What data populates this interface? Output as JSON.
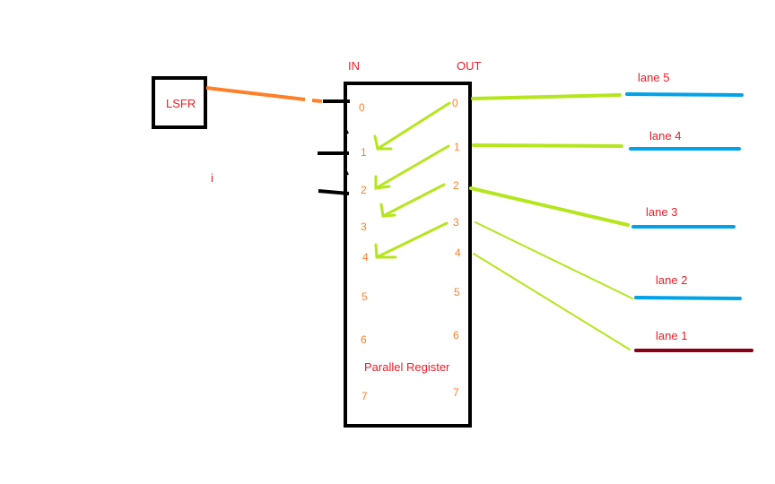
{
  "lfsr": {
    "label": "LSFR"
  },
  "stray_mark": "i",
  "register": {
    "in_label": "IN",
    "out_label": "OUT",
    "title": "Parallel Register",
    "in_pins": [
      "0",
      "1",
      "2",
      "3",
      "4",
      "5",
      "6",
      "7"
    ],
    "out_pins": [
      "0",
      "1",
      "2",
      "3",
      "4",
      "5",
      "6",
      "7"
    ]
  },
  "lanes": [
    "lane 5",
    "lane 4",
    "lane 3",
    "lane 2",
    "lane 1"
  ],
  "colors": {
    "box": "#000000",
    "label_red": "#ed1c24",
    "pin_orange": "#ff7f27",
    "wire_green": "#b5e61d",
    "lane_blue": "#00a2e8",
    "lane1_dark_red": "#880015",
    "lfsr_wire": "#ff7f27"
  }
}
